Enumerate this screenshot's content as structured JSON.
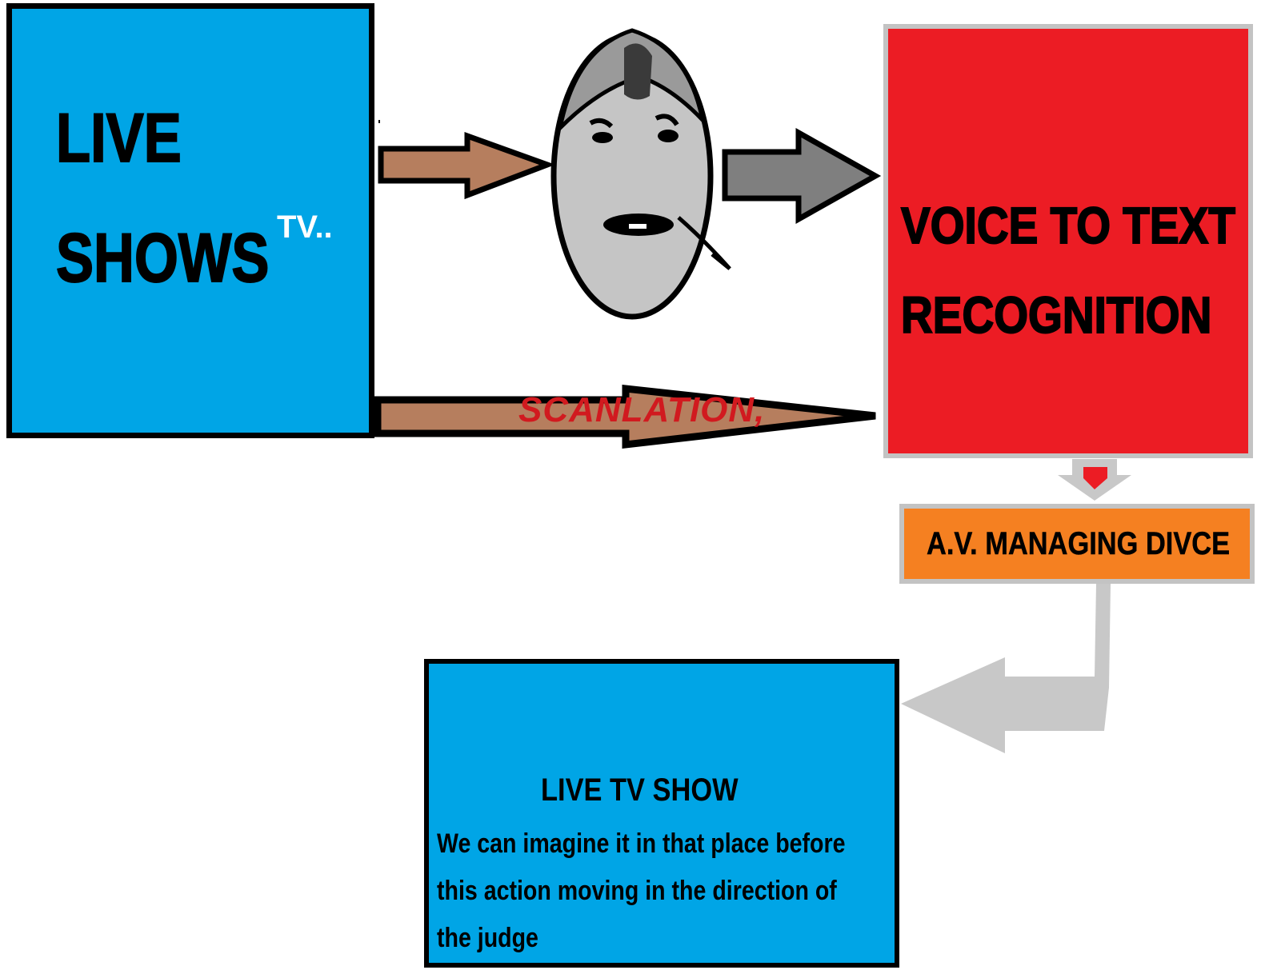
{
  "nodes": {
    "live_shows": {
      "title": "LIVE SHOWS",
      "tag": "TV..",
      "fill": "#00a5e6"
    },
    "voice_to_text": {
      "title": "VOICE TO TEXT RECOGNITION",
      "fill": "#ec1c24"
    },
    "av_device": {
      "label": "A.V. MANAGING DIVCE",
      "fill": "#f58021"
    },
    "live_tv_show": {
      "title": "LIVE TV SHOW",
      "body": "We can imagine it in that place before this action moving in the direction of the judge",
      "fill": "#00a5e6"
    }
  },
  "edges": {
    "scanlation_label": "SCANLATION,"
  },
  "icons": [
    "face-icon",
    "arrow-right-icon"
  ],
  "colors": {
    "arrow_brown": "#b67e5e",
    "arrow_gray": "#7f7f7f",
    "arrow_light": "#c8c8c8",
    "label_red": "#d11a1f"
  }
}
